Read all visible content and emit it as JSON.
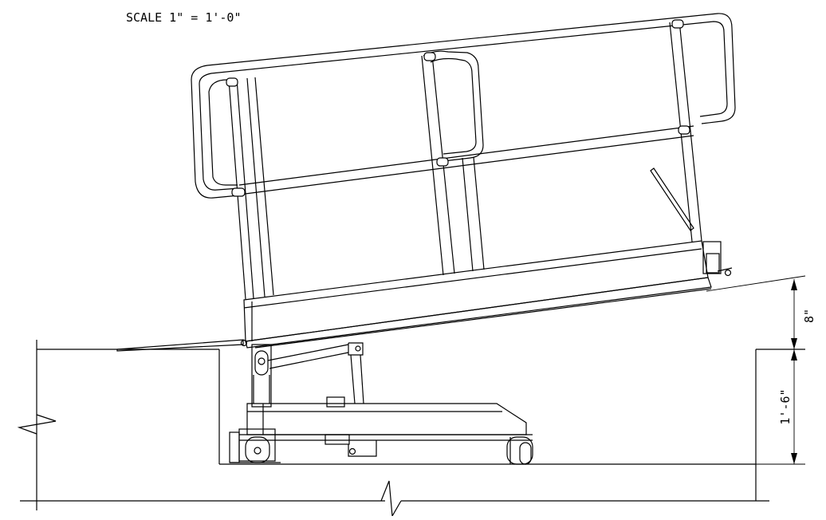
{
  "drawing": {
    "scale_note": "SCALE 1\" = 1'-0\"",
    "dimensions": {
      "upper": "8\"",
      "lower": "1'-6\""
    }
  },
  "colors": {
    "line": "#000000",
    "background": "#ffffff"
  }
}
